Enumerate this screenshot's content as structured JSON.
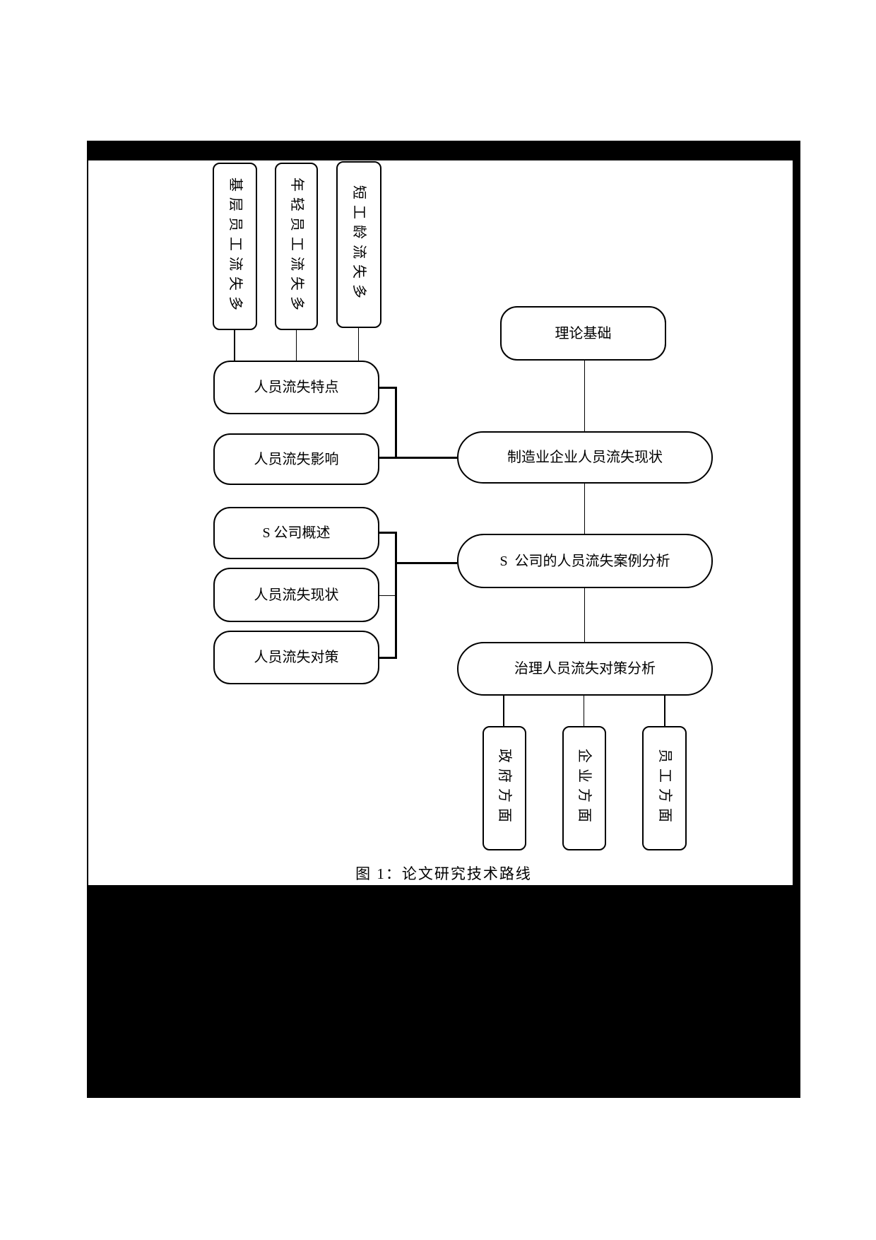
{
  "figure": {
    "caption": "图 1：论文研究技术路线"
  },
  "diagram": {
    "top_branch_boxes": [
      {
        "label": "基层员工流失多"
      },
      {
        "label": "年轻员工流失多"
      },
      {
        "label": "短工龄流失多"
      }
    ],
    "left_boxes": [
      {
        "label": "人员流失特点"
      },
      {
        "label": "人员流失影响"
      },
      {
        "label": "S 公司概述"
      },
      {
        "label": "人员流失现状"
      },
      {
        "label": "人员流失对策"
      }
    ],
    "main_boxes": [
      {
        "label": "理论基础"
      },
      {
        "label": "制造业企业人员流失现状"
      },
      {
        "label": "S  公司的人员流失案例分析"
      },
      {
        "label": "治理人员流失对策分析"
      }
    ],
    "bottom_branch_boxes": [
      {
        "label": "政府方面"
      },
      {
        "label": "企业方面"
      },
      {
        "label": "员工方面"
      }
    ],
    "colors": {
      "line": "#000000",
      "background": "#ffffff"
    }
  }
}
